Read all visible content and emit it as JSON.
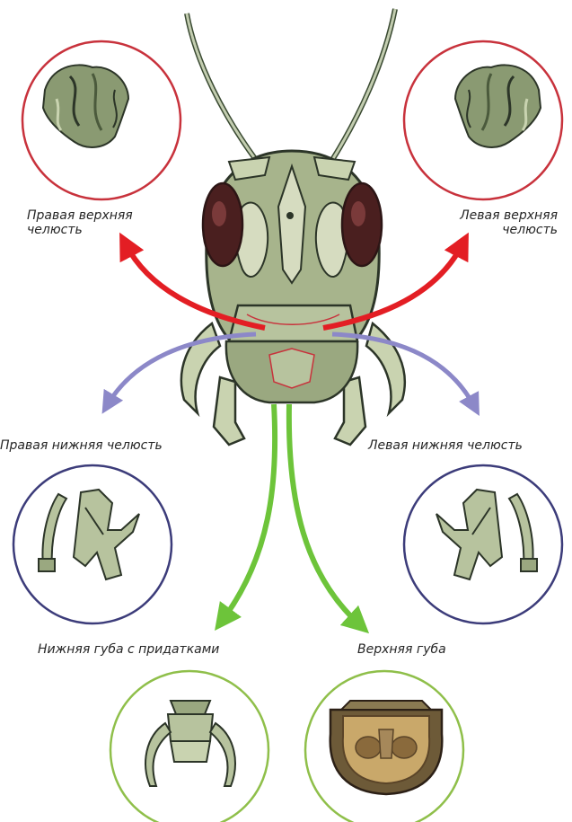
{
  "labels": {
    "right_upper_jaw_line1": "Правая верхняя",
    "right_upper_jaw_line2": "челюсть",
    "left_upper_jaw_line1": "Левая верхняя",
    "left_upper_jaw_line2": "челюсть",
    "right_lower_jaw": "Правая нижняя челюсть",
    "left_lower_jaw": "Левая нижняя челюсть",
    "lower_lip": "Нижняя губа с придатками",
    "upper_lip": "Верхняя губа"
  },
  "colors": {
    "upper_jaw_ring": "#c8323c",
    "lower_jaw_ring": "#3c3c7a",
    "lip_ring": "#8fbf4a",
    "red_arrow": "#e31e24",
    "violet_arrow": "#8c88c8",
    "green_arrow": "#6dc43a",
    "insect_body": "#b7c39e",
    "insect_outline": "#2c3528",
    "eye": "#4a1f1f"
  },
  "icons": [
    "mandible-icon",
    "maxilla-icon",
    "labium-icon",
    "labrum-icon",
    "grasshopper-head-icon"
  ]
}
